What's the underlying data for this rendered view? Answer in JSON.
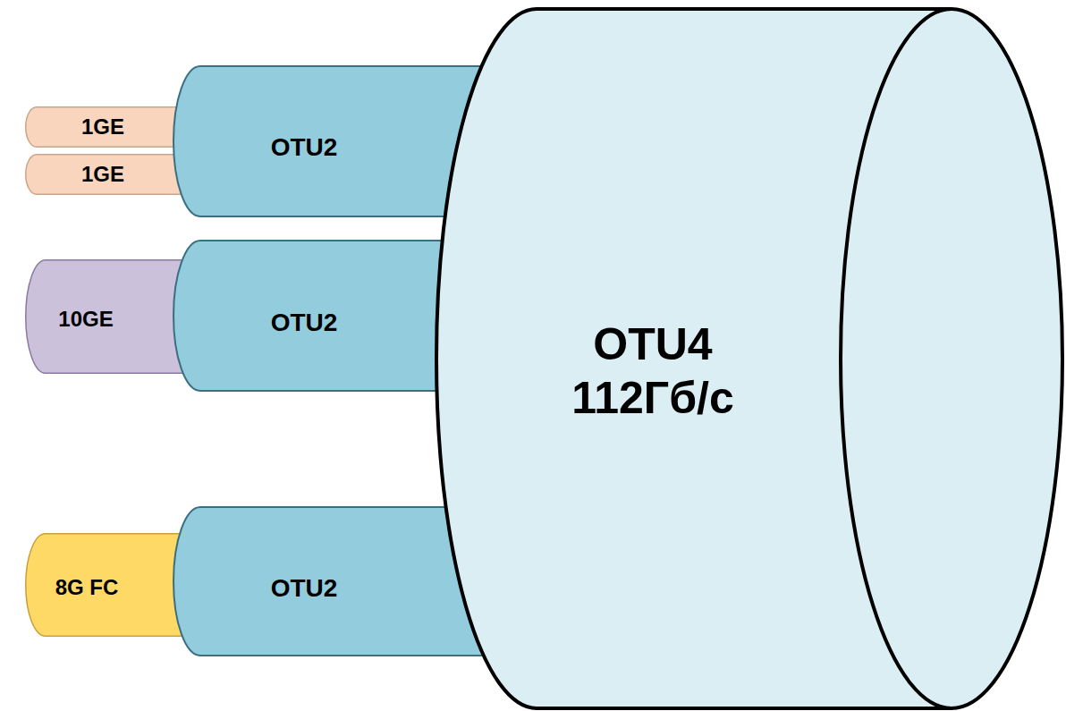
{
  "diagram": {
    "nodes": [
      {
        "text": [
          "1GE"
        ]
      },
      {
        "text": [
          "1GE"
        ]
      },
      {
        "text": [
          "OTU2"
        ]
      },
      {
        "text": [
          "10GE"
        ]
      },
      {
        "text": [
          "OTU2"
        ]
      },
      {
        "text": [
          "8G FC"
        ]
      },
      {
        "text": [
          "OTU2"
        ]
      },
      {
        "text": [
          "OTU4",
          "112Гб/с"
        ]
      }
    ]
  }
}
